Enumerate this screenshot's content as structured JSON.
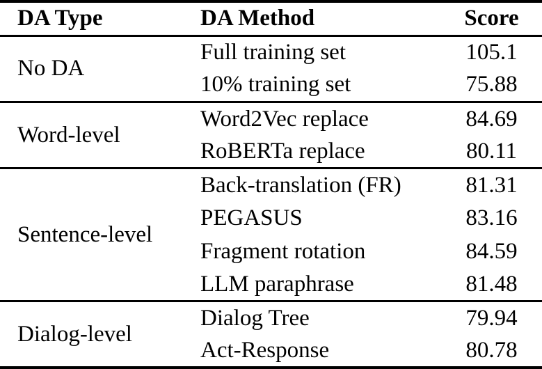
{
  "table": {
    "columns": [
      "DA Type",
      "DA Method",
      "Score"
    ],
    "text_color": "#000000",
    "background_color": "#ffffff",
    "rule_color": "#000000",
    "groups": [
      {
        "type": "No DA",
        "rows": [
          {
            "method": "Full training set",
            "score": "105.1"
          },
          {
            "method": "10% training set",
            "score": "75.88"
          }
        ]
      },
      {
        "type": "Word-level",
        "rows": [
          {
            "method": "Word2Vec replace",
            "score": "84.69"
          },
          {
            "method": "RoBERTa replace",
            "score": "80.11"
          }
        ]
      },
      {
        "type": "Sentence-level",
        "rows": [
          {
            "method": "Back-translation (FR)",
            "score": "81.31"
          },
          {
            "method": "PEGASUS",
            "score": "83.16"
          },
          {
            "method": "Fragment rotation",
            "score": "84.59"
          },
          {
            "method": "LLM paraphrase",
            "score": "81.48"
          }
        ]
      },
      {
        "type": "Dialog-level",
        "rows": [
          {
            "method": "Dialog Tree",
            "score": "79.94"
          },
          {
            "method": "Act-Response",
            "score": "80.78"
          }
        ]
      }
    ]
  }
}
